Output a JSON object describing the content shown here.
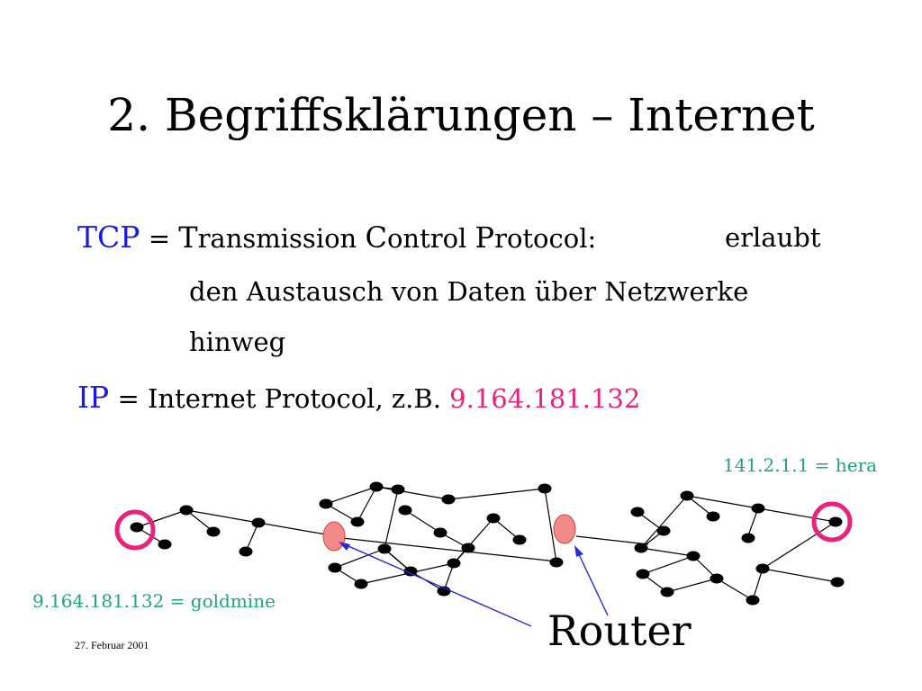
{
  "slide": {
    "title": "2. Begriffsklärungen – Internet",
    "tcp": {
      "abbr": "TCP",
      "eq": "=",
      "t1": "T",
      "t2": "ransmission ",
      "c1": "C",
      "c2": "ontrol ",
      "p1": "P",
      "p2": "rotocol:",
      "tail": "erlaubt",
      "line2": "den Austausch von Daten über Netzwerke",
      "line3": "hinweg"
    },
    "ip": {
      "abbr": "IP",
      "eq": "=",
      "text": "Internet Protocol, z.B. ",
      "example": "9.164.181.132"
    },
    "date": "27. Februar 2001"
  },
  "diagram": {
    "host_right_label": "141.2.1.1 = hera",
    "host_left_label": "9.164.181.132 = goldmine",
    "router_label": "Router"
  },
  "colors": {
    "abbr": "#1a1ae0",
    "example": "#e8247a",
    "host_label": "#1fa57a",
    "host_ring": "#e8247a",
    "router": "#f38a8a",
    "arrow": "#2a2ad0"
  }
}
